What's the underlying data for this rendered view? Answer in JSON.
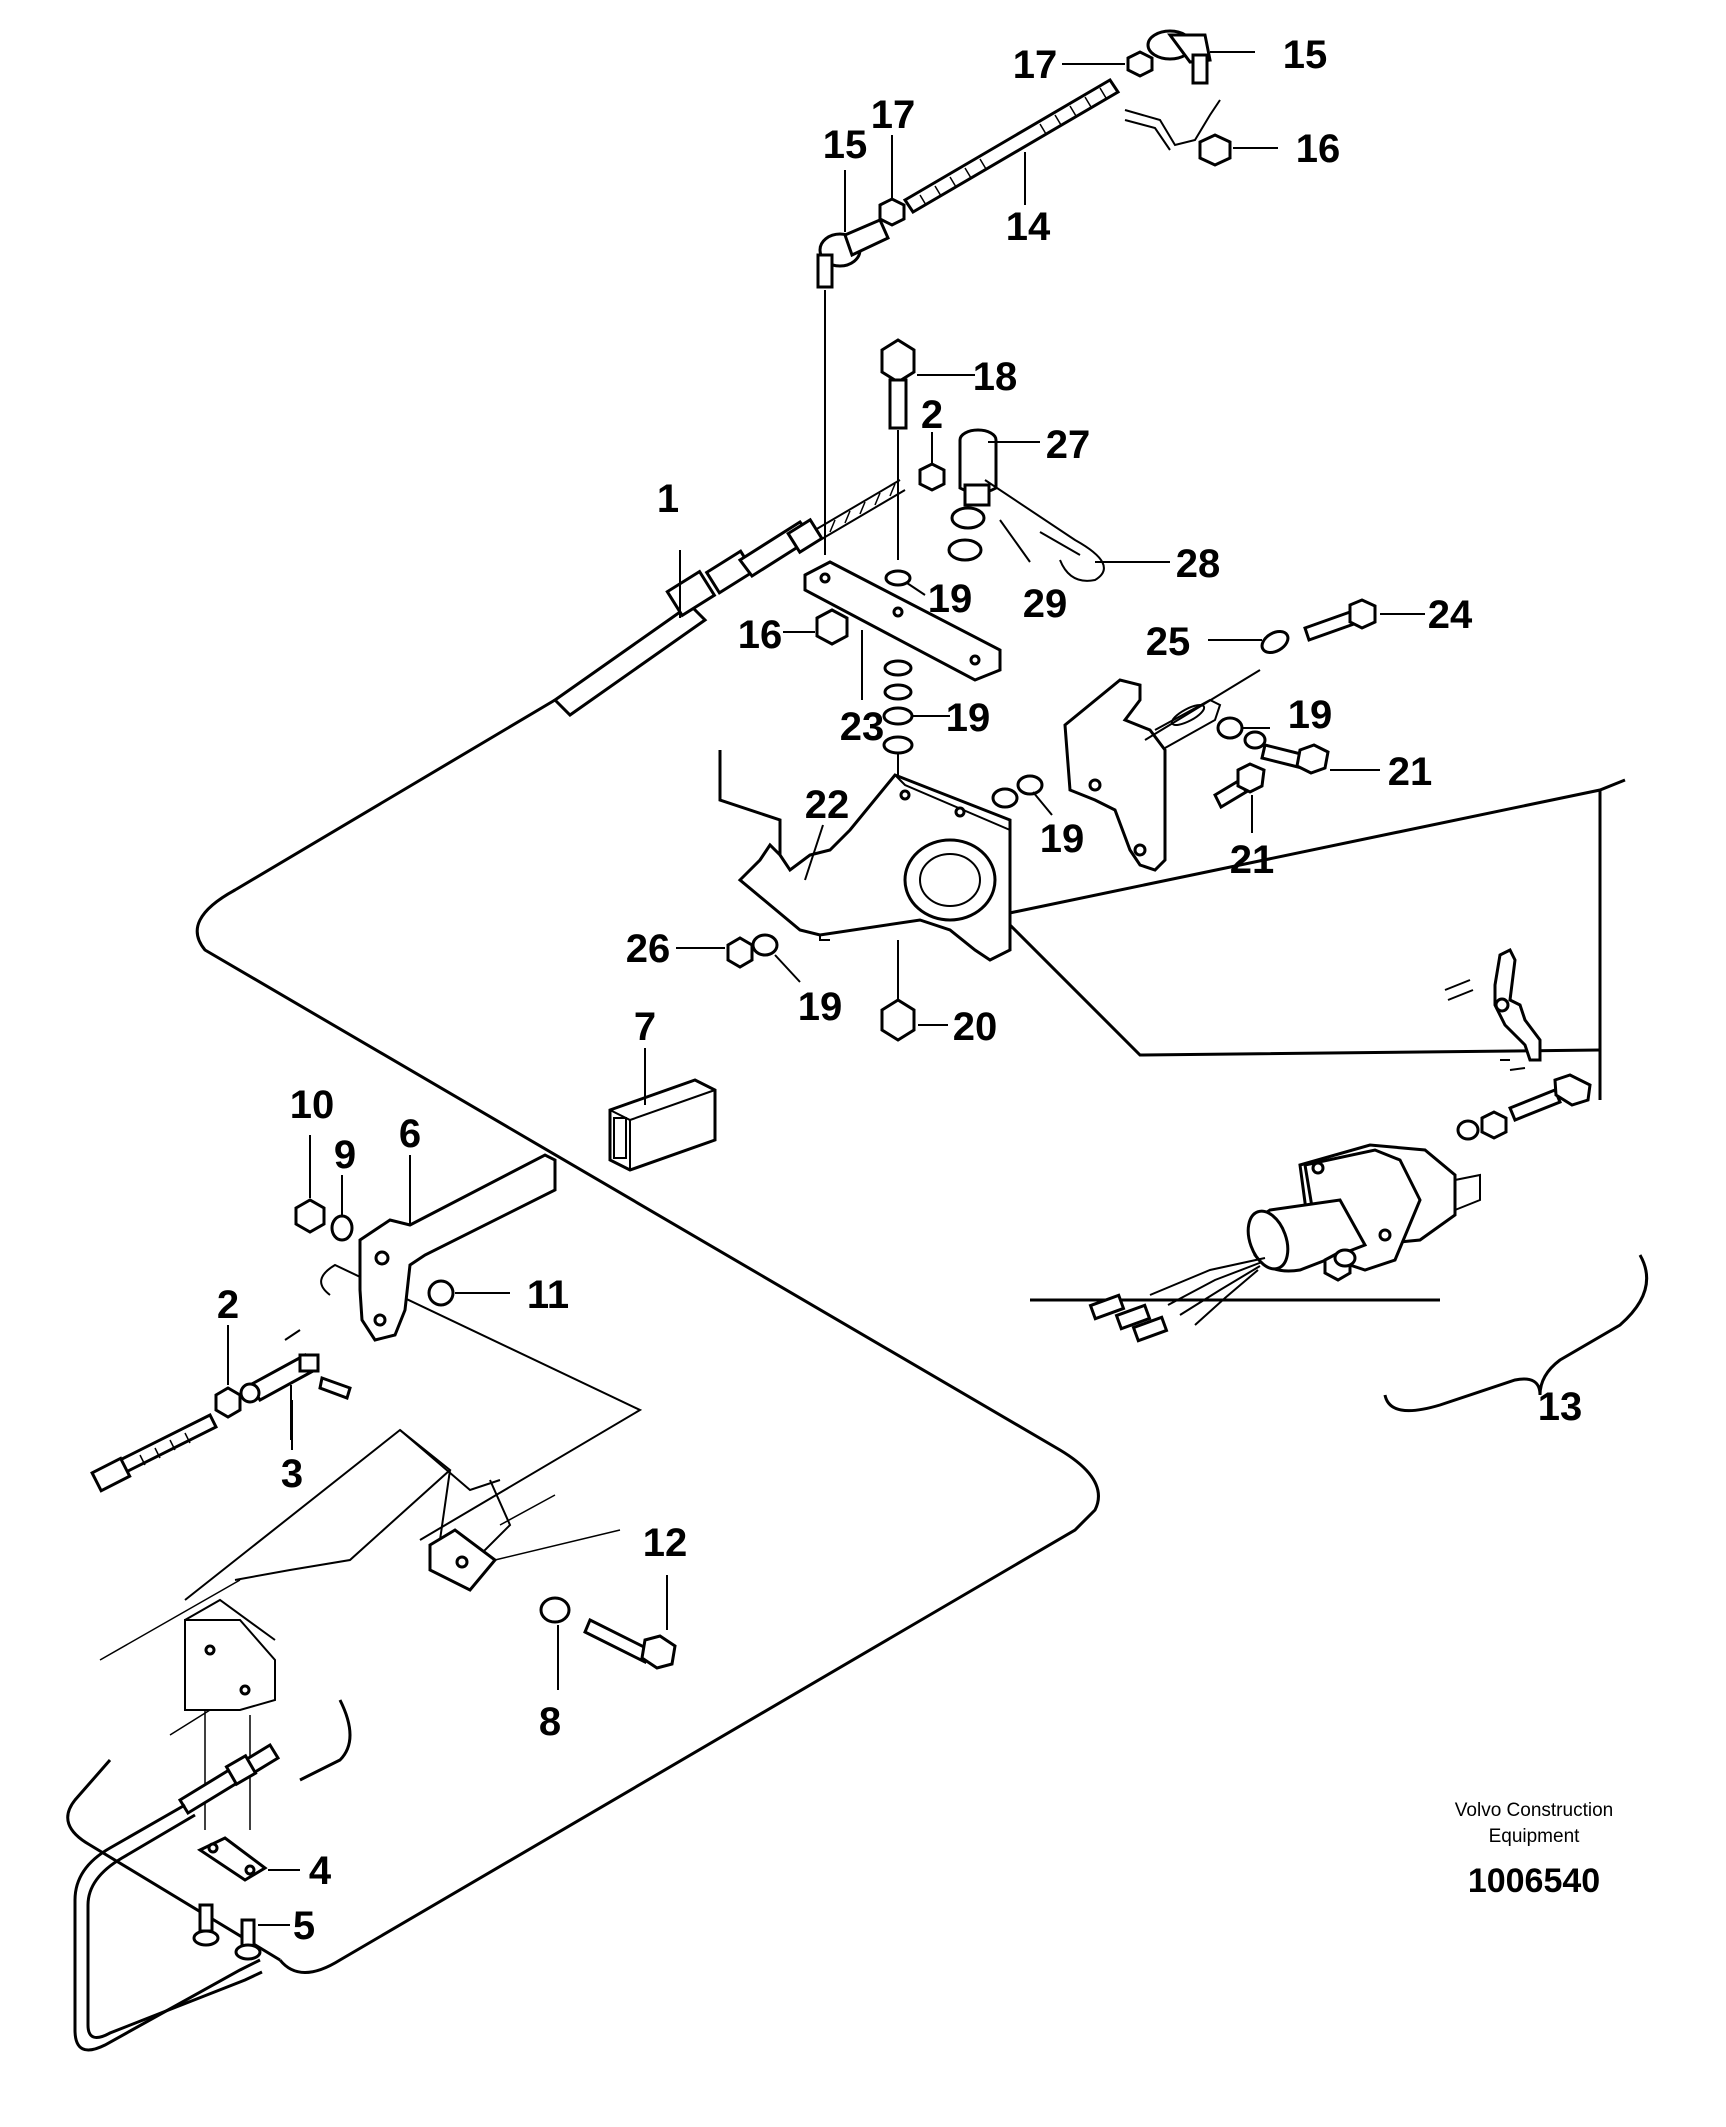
{
  "labels": {
    "p1": "1",
    "p2a": "2",
    "p2b": "2",
    "p3": "3",
    "p4": "4",
    "p5": "5",
    "p6": "6",
    "p7": "7",
    "p8": "8",
    "p9": "9",
    "p10": "10",
    "p11": "11",
    "p12": "12",
    "p13": "13",
    "p14": "14",
    "p15a": "15",
    "p15b": "15",
    "p16a": "16",
    "p16b": "16",
    "p17a": "17",
    "p17b": "17",
    "p18": "18",
    "p19a": "19",
    "p19b": "19",
    "p19c": "19",
    "p19d": "19",
    "p19e": "19",
    "p19f": "19",
    "p20": "20",
    "p21a": "21",
    "p21b": "21",
    "p22": "22",
    "p23": "23",
    "p24": "24",
    "p25": "25",
    "p26": "26",
    "p27": "27",
    "p28": "28",
    "p29": "29"
  },
  "footer": {
    "brand_line1": "Volvo Construction",
    "brand_line2": "Equipment",
    "reference": "1006540"
  }
}
